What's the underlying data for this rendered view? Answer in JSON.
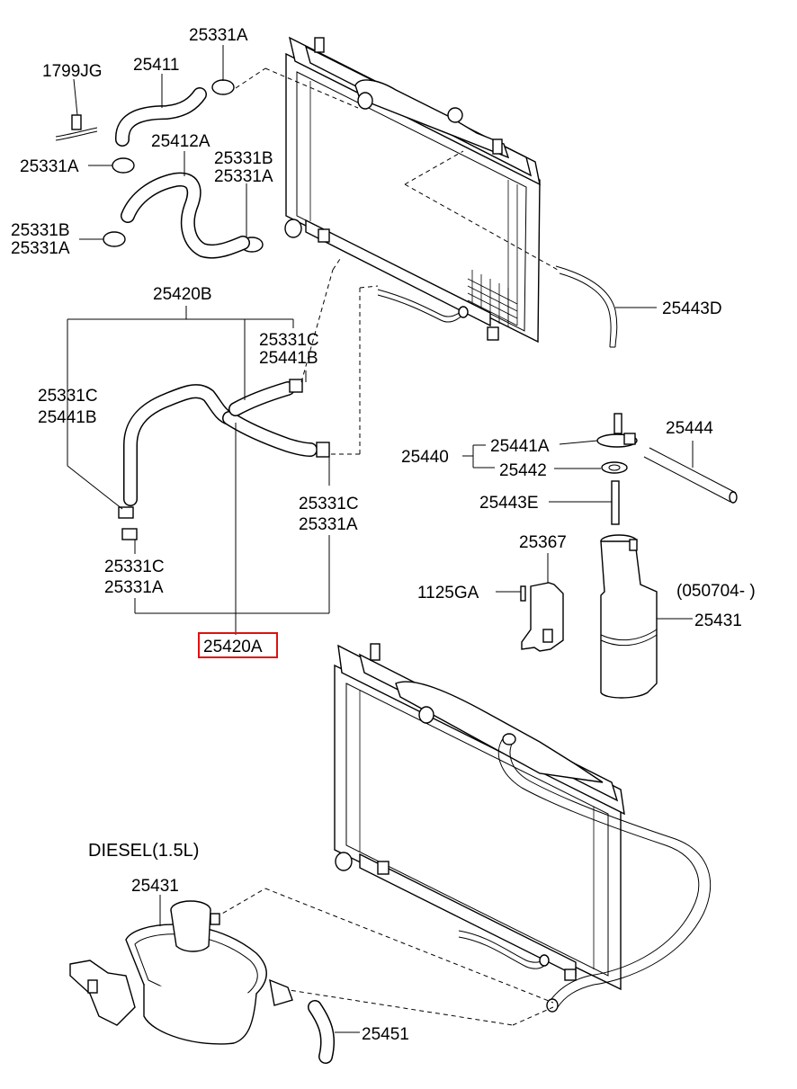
{
  "diagram": {
    "labels": {
      "l_25331A_top": "25331A",
      "l_1799JG": "1799JG",
      "l_25411": "25411",
      "l_25331A_left": "25331A",
      "l_25412A": "25412A",
      "l_25331B_mid": "25331B",
      "l_25331A_mid": "25331A",
      "l_25331B_left": "25331B",
      "l_25331A_left2": "25331A",
      "l_25420B": "25420B",
      "l_25443D": "25443D",
      "l_25331C_r": "25331C",
      "l_25441B_r": "25441B",
      "l_25331C_l": "25331C",
      "l_25441B_l": "25441B",
      "l_25444": "25444",
      "l_25441A": "25441A",
      "l_25440": "25440",
      "l_25442": "25442",
      "l_25331C_m": "25331C",
      "l_25331A_m": "25331A",
      "l_25443E": "25443E",
      "l_25367": "25367",
      "l_25331C_b": "25331C",
      "l_25331A_b": "25331A",
      "l_1125GA": "1125GA",
      "l_050704": "(050704- )",
      "l_25431_r": "25431",
      "l_25420A": "25420A",
      "l_diesel": "DIESEL(1.5L)",
      "l_25431_b": "25431",
      "l_25451": "25451"
    }
  }
}
